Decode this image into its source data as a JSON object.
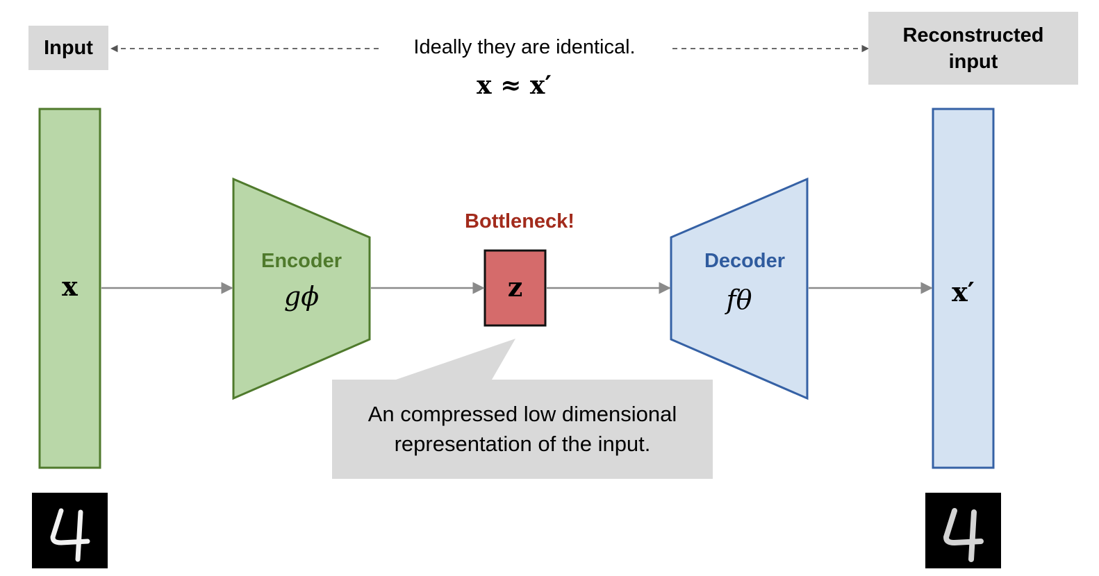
{
  "top": {
    "input_label": "Input",
    "reconstructed_label": "Reconstructed input",
    "identical_caption": "Ideally they are identical.",
    "approx_formula": "x ≈ x′"
  },
  "input_vector": {
    "symbol": "x"
  },
  "encoder": {
    "title": "Encoder",
    "function": "gϕ"
  },
  "bottleneck": {
    "title": "Bottleneck!",
    "symbol": "z"
  },
  "decoder": {
    "title": "Decoder",
    "function": "fθ"
  },
  "output_vector": {
    "symbol": "x′"
  },
  "callout": {
    "text": "An compressed low dimensional representation of the input."
  },
  "digits": {
    "input": "4",
    "output": "4"
  },
  "colors": {
    "green_fill": "#b9d7a8",
    "green_stroke": "#4f7a2c",
    "green_text": "#4f7a2c",
    "blue_fill": "#d4e2f2",
    "blue_stroke": "#3561a5",
    "blue_text": "#2f5b9e",
    "red_fill": "#d56b6b",
    "red_text": "#a22b1c",
    "arrow": "#8a8a8a",
    "label_bg": "#d9d9d9"
  }
}
